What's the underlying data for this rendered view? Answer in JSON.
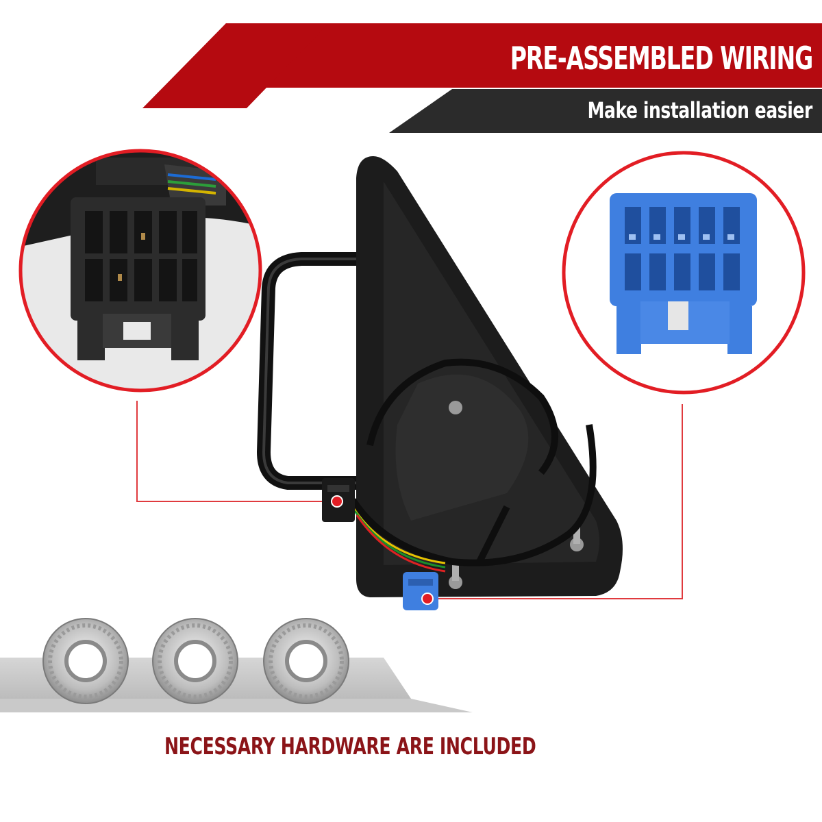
{
  "header": {
    "title": "PRE-ASSEMBLED WIRING",
    "subtitle": "Make installation easier"
  },
  "footer": {
    "caption": "NECESSARY HARDWARE ARE INCLUDED"
  },
  "colors": {
    "brand_red": "#b50a10",
    "dark_band": "#2b2b2b",
    "caption_red": "#8b1418",
    "connector_blue": "#3f7fe0"
  },
  "icons": {
    "left_callout": "black-connector-closeup",
    "right_callout": "blue-connector-closeup",
    "product": "side-mirror-back-with-harness",
    "hardware": "flange-nut"
  }
}
